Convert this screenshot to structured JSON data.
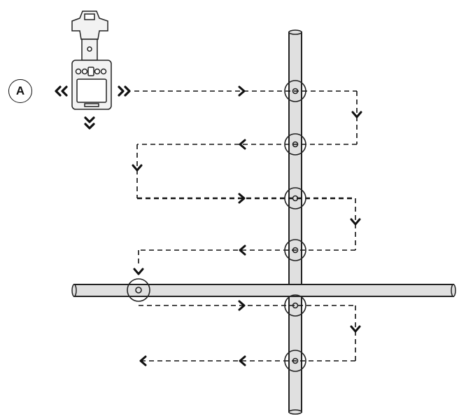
{
  "diagram": {
    "label": "A",
    "colors": {
      "line": "#111111",
      "pipe_fill": "#e0e0e0",
      "pipe_stroke": "#222222",
      "device_body": "#f2f2f2"
    },
    "elements": {
      "device": "handheld-scanner",
      "vertical_pipe": "vertical-pipe",
      "horizontal_pipe": "horizontal-pipe",
      "sweep_path": "dashed-scan-path",
      "crossing_points": "pipe-crossing-marker"
    },
    "scan_passes": 6
  }
}
